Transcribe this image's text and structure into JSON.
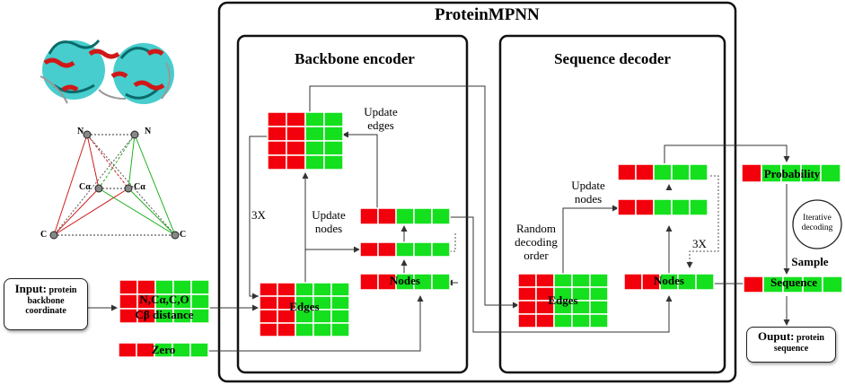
{
  "title": "ProteinMPNN",
  "encoder": {
    "title": "Backbone encoder",
    "update_edges": "Update\nedges",
    "update_nodes": "Update\nnodes",
    "repeat": "3X",
    "edges_label": "Edges",
    "nodes_label": "Nodes"
  },
  "decoder": {
    "title": "Sequence decoder",
    "update_nodes": "Update\nnodes",
    "random_order": "Random\ndecoding\norder",
    "repeat": "3X",
    "edges_label": "Edges",
    "nodes_label": "Nodes"
  },
  "input": {
    "bold": "Input:",
    "text_1": " protein",
    "text_2": "backbone",
    "text_3": "coordinate"
  },
  "features": {
    "line_1": "N,Cα,C,O",
    "line_2": "Cβ distance"
  },
  "zero_label": "Zero",
  "probability_label": "Probability",
  "iterative_decoding": "Iterative\ndecoding",
  "sample_label": "Sample",
  "sequence_label": "Sequence",
  "output": {
    "bold": "Ouput:",
    "text_1": " protein",
    "text_2": "sequence"
  },
  "geometry": {
    "atom_n": "N",
    "atom_ca": "Cα",
    "atom_c": "C"
  },
  "colors": {
    "red": "#f2000c",
    "green": "#14e01e",
    "structure_cyan": "#27c4c4",
    "structure_red": "#d01818"
  }
}
